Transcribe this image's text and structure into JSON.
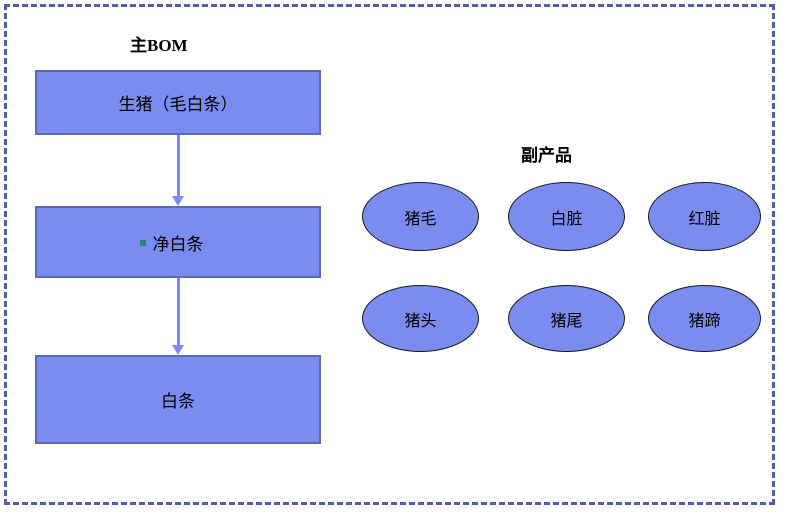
{
  "diagram": {
    "frame": {
      "style": "dashed",
      "color": "#4f5fb3"
    },
    "background": "#ffffff",
    "shape_fill": "#7b8cf0",
    "rect_border": "#5a6ab4",
    "ellipse_border": "#1a1a1a",
    "arrow_color": "#7b8cf0",
    "bullet_color": "#1d8a6e"
  },
  "sections": {
    "main_bom": {
      "title": "主BOM",
      "nodes": [
        {
          "id": "live-pig",
          "label": "生猪（毛白条）",
          "shape": "rectangle",
          "bullet": false
        },
        {
          "id": "net-strip",
          "label": "净白条",
          "shape": "rectangle",
          "bullet": true
        },
        {
          "id": "white-strip",
          "label": "白条",
          "shape": "rectangle",
          "bullet": false
        }
      ],
      "connectors": [
        {
          "id": "arrow-1",
          "from": "live-pig",
          "to": "net-strip",
          "type": "arrow-down"
        },
        {
          "id": "arrow-2",
          "from": "net-strip",
          "to": "white-strip",
          "type": "arrow-down"
        }
      ]
    },
    "byproducts": {
      "title": "副产品",
      "nodes": [
        {
          "id": "pig-hair",
          "label": "猪毛",
          "shape": "ellipse"
        },
        {
          "id": "white-offal",
          "label": "白脏",
          "shape": "ellipse"
        },
        {
          "id": "red-offal",
          "label": "红脏",
          "shape": "ellipse"
        },
        {
          "id": "pig-head",
          "label": "猪头",
          "shape": "ellipse"
        },
        {
          "id": "pig-tail",
          "label": "猪尾",
          "shape": "ellipse"
        },
        {
          "id": "pig-trotter",
          "label": "猪蹄",
          "shape": "ellipse"
        }
      ]
    }
  }
}
